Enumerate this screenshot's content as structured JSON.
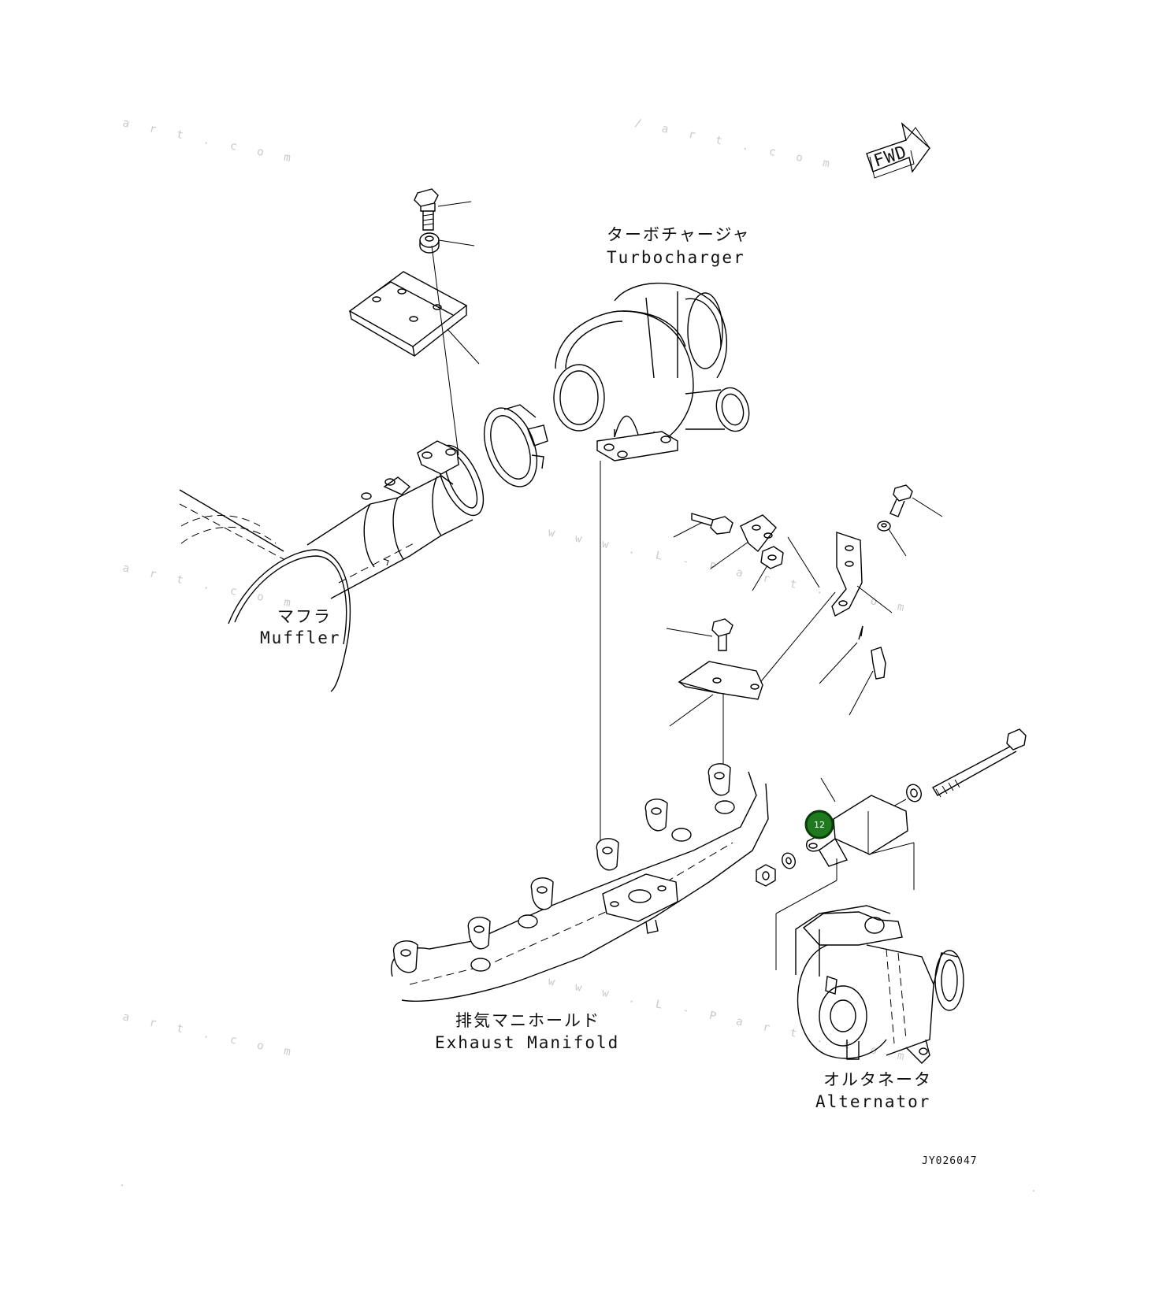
{
  "labels": {
    "turbocharger_jp": "ターボチャージャ",
    "turbocharger_en": "Turbocharger",
    "muffler_jp": "マフラ",
    "muffler_en": "Muffler",
    "exhaust_manifold_jp": "排気マニホールド",
    "exhaust_manifold_en": "Exhaust Manifold",
    "alternator_jp": "オルタネータ",
    "alternator_en": "Alternator",
    "fwd": "FWD",
    "drawing_code": "JY026047"
  },
  "callouts": [
    {
      "number": "12"
    }
  ],
  "watermarks": [
    "a r t . c o m",
    "/ a r t . c o m",
    "w w w . L - P a r t . c o m",
    "a r t . c o m",
    "w w w . L - P a r t . c o m",
    "a r t . c o m"
  ],
  "colors": {
    "callout_fill": "#1f7a1f",
    "line": "#000000",
    "background": "#ffffff"
  }
}
